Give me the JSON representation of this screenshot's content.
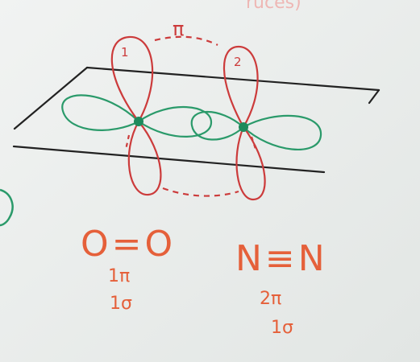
{
  "board": {
    "top_scribble": "ruces)",
    "pi_bond_label": "π",
    "left_lobe_mark": "1",
    "right_lobe_mark": "2"
  },
  "molecules": [
    {
      "formula": "O=O",
      "pi_count": "1π",
      "sigma_count": "1σ"
    },
    {
      "formula": "N≡N",
      "pi_count": "2π",
      "sigma_count": "1σ"
    }
  ],
  "colors": {
    "board": "#e9ecea",
    "red_marker": "#cc3b3b",
    "orange_marker": "#e5603a",
    "green_marker": "#2a9a6a",
    "black_marker": "#222222"
  }
}
